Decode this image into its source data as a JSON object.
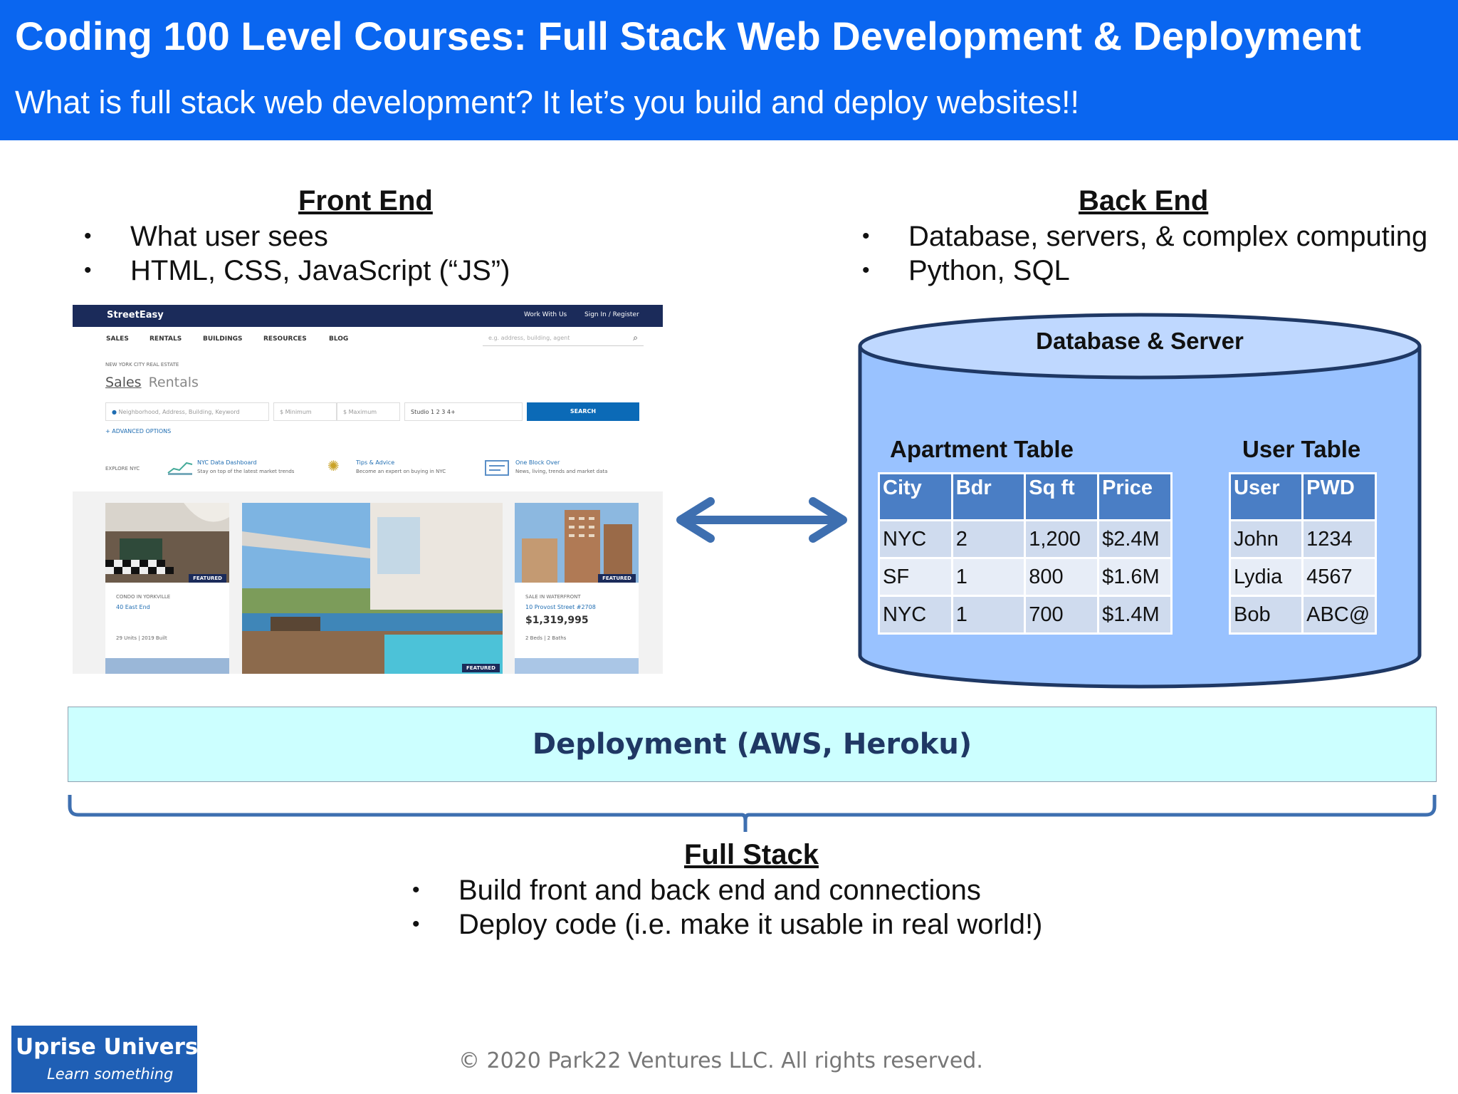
{
  "header": {
    "title": "Coding 100 Level Courses: Full Stack Web Development & Deployment",
    "subtitle": "What is full stack web development? It let’s you build and deploy websites!!"
  },
  "front_end": {
    "title": "Front End",
    "bullets": [
      "What user sees",
      "HTML, CSS, JavaScript (“JS”)"
    ]
  },
  "back_end": {
    "title": "Back End",
    "bullets": [
      "Database, servers, & complex computing",
      "Python, SQL"
    ]
  },
  "screenshot": {
    "logo": "StreetEasy",
    "top_links": [
      "Work With Us",
      "Sign In / Register"
    ],
    "nav": [
      "SALES",
      "RENTALS",
      "BUILDINGS",
      "RESOURCES",
      "BLOG"
    ],
    "search_placeholder": "e.g. address, building, agent",
    "eyebrow": "NEW YORK CITY REAL ESTATE",
    "tabs": [
      "Sales",
      "Rentals"
    ],
    "fields": [
      "Neighborhood, Address, Building, Keyword",
      "$ Minimum",
      "$ Maximum",
      "Studio   1    2    3    4+"
    ],
    "search_button": "SEARCH",
    "advanced": "+ ADVANCED OPTIONS",
    "explore_label": "EXPLORE NYC",
    "explore_items": [
      {
        "title": "NYC Data Dashboard",
        "desc": "Stay on top of the latest market trends"
      },
      {
        "title": "Tips & Advice",
        "desc": "Become an expert on buying in NYC"
      },
      {
        "title": "One Block Over",
        "desc": "News, living, trends and market data"
      }
    ],
    "featured": "FEATURED",
    "listing1": {
      "type": "CONDO IN YORKVILLE",
      "name": "40 East End",
      "meta": "29 Units  |  2019 Built"
    },
    "listing2": {
      "type": "SALE IN WATERFRONT",
      "name": "10 Provost Street #2708",
      "price": "$1,319,995",
      "meta": "2 Beds  |  2 Baths"
    }
  },
  "database": {
    "title": "Database & Server",
    "apartment_table": {
      "title": "Apartment Table",
      "columns": [
        "City",
        "Bdr",
        "Sq ft",
        "Price"
      ],
      "rows": [
        [
          "NYC",
          "2",
          "1,200",
          "$2.4M"
        ],
        [
          "SF",
          "1",
          "800",
          "$1.6M"
        ],
        [
          "NYC",
          "1",
          "700",
          "$1.4M"
        ]
      ]
    },
    "user_table": {
      "title": "User Table",
      "columns": [
        "User",
        "PWD"
      ],
      "rows": [
        [
          "John",
          "1234"
        ],
        [
          "Lydia",
          "4567"
        ],
        [
          "Bob",
          "ABC@"
        ]
      ]
    }
  },
  "deployment": {
    "label": "Deployment (AWS, Heroku)"
  },
  "full_stack": {
    "title": "Full Stack",
    "bullets": [
      "Build front and back end and connections",
      "Deploy code (i.e. make it usable in real world!)"
    ]
  },
  "footer": {
    "logo_name": "Uprise University",
    "logo_tagline": "Learn something",
    "copyright": "© 2020 Park22 Ventures LLC. All rights reserved."
  },
  "colors": {
    "header": "#0a66f0",
    "db_fill": "#99c2ff",
    "db_top": "#bfd8ff",
    "table_header": "#4a7ec5",
    "arrow": "#3e6fb0",
    "deployment": "#ccffff"
  }
}
